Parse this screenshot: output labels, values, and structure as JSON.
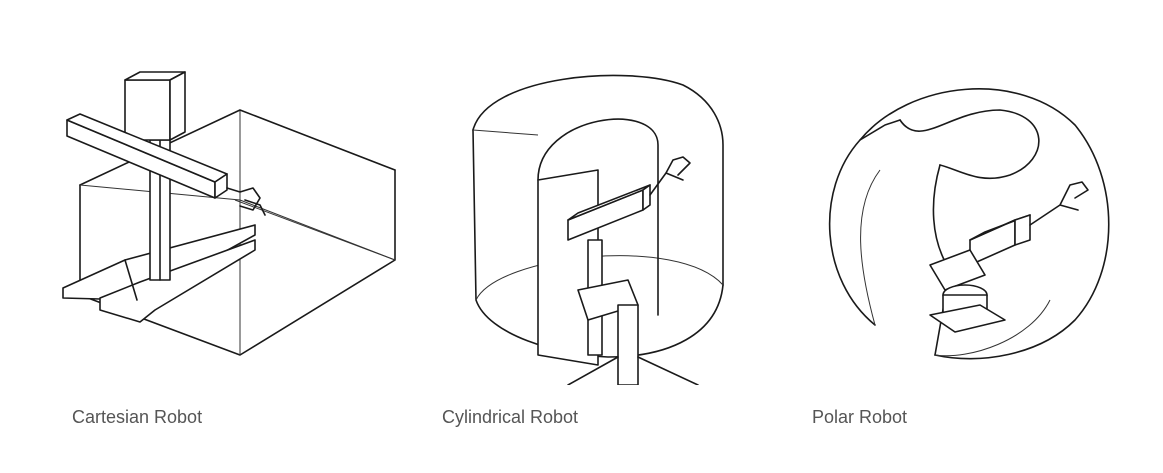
{
  "figures": [
    {
      "caption": "Cartesian Robot"
    },
    {
      "caption": "Cylindrical Robot"
    },
    {
      "caption": "Polar Robot"
    }
  ]
}
